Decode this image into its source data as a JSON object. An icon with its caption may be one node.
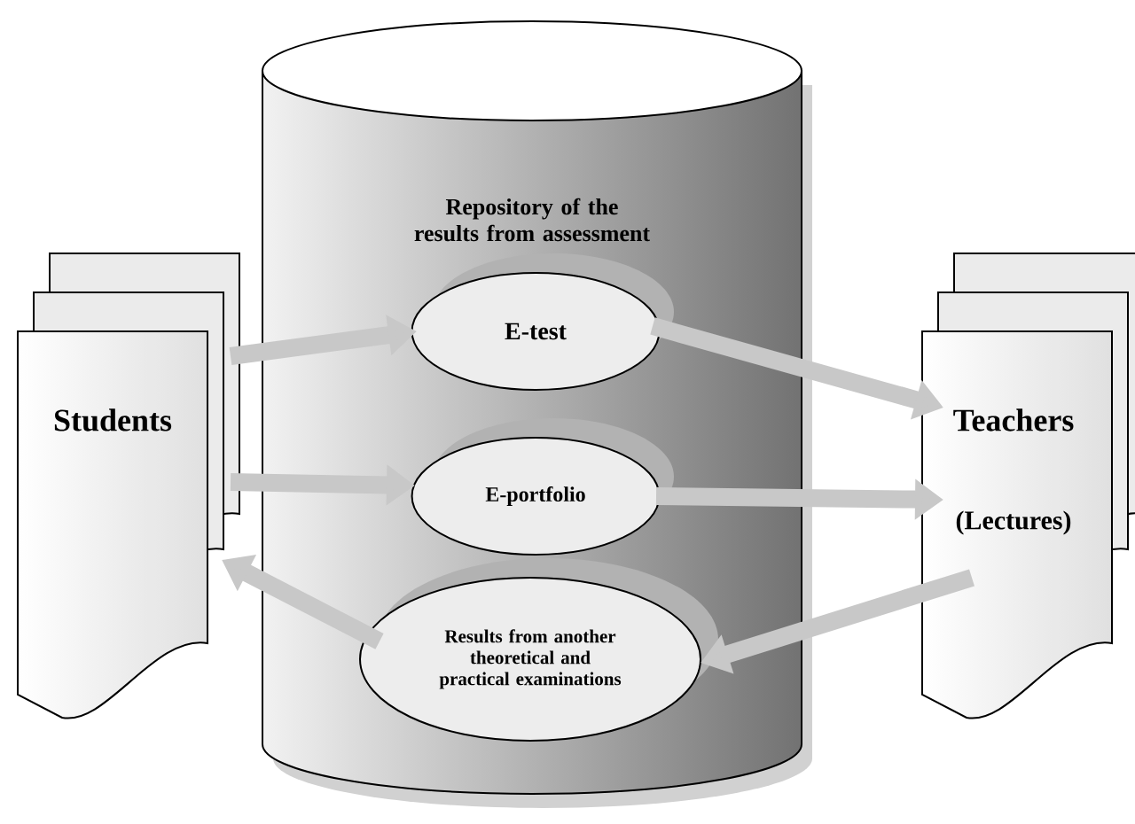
{
  "diagram": {
    "nodes": [
      {
        "text": [
          "Repository of the results from assessment"
        ]
      },
      {
        "text": [
          "E-test"
        ],
        "in": 0
      },
      {
        "text": [
          "E-portfolio"
        ],
        "in": 0
      },
      {
        "text": [
          "Results from another theoretical and practical examinations"
        ],
        "in": 0
      },
      {
        "text": [
          "Students"
        ]
      },
      {
        "text": [
          "Teachers",
          "(Lectures)"
        ]
      }
    ],
    "edges": [
      {
        "from": 4,
        "to": 1,
        "arrow": "to"
      },
      {
        "from": 4,
        "to": 2,
        "arrow": "to"
      },
      {
        "from": 3,
        "to": 4,
        "arrow": "to"
      },
      {
        "from": 1,
        "to": 5,
        "arrow": "to"
      },
      {
        "from": 2,
        "to": 5,
        "arrow": "to"
      },
      {
        "from": 5,
        "to": 3,
        "arrow": "to"
      }
    ]
  }
}
